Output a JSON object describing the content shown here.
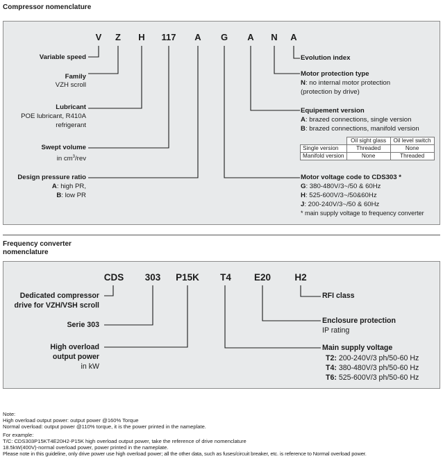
{
  "compressor": {
    "title": "Compressor nomenclature",
    "codes": [
      "V",
      "Z",
      "H",
      "117",
      "A",
      "G",
      "A",
      "N",
      "A"
    ],
    "variable_speed": "Variable speed",
    "family": {
      "title": "Family",
      "desc": "VZH scroll"
    },
    "lubricant": {
      "title": "Lubricant",
      "line1": "POE lubricant, R410A",
      "line2": "refrigerant"
    },
    "swept_volume": {
      "title": "Swept volume",
      "line1": "in cm",
      "sup": "3",
      "line2": "/rev"
    },
    "design_pressure": {
      "title": "Design pressure ratio",
      "a_key": "A",
      "a_text": ": high PR,",
      "b_key": "B",
      "b_text": ": low PR"
    },
    "evolution_index": "Evolution index",
    "motor_protection": {
      "title": "Motor protection type",
      "n_key": "N",
      "n_text": ": no internal motor protection",
      "line2": "(protection by drive)"
    },
    "equipment_version": {
      "title": "Equipement version",
      "a_key": "A",
      "a_text": ": brazed connections, single version",
      "b_key": "B",
      "b_text": ": brazed connections, manifold version",
      "table": {
        "headers": [
          "",
          "Oil sight glass",
          "Oil level switch"
        ],
        "rows": [
          [
            "Single version",
            "Threaded",
            "None"
          ],
          [
            "Manifold version",
            "None",
            "Threaded"
          ]
        ]
      }
    },
    "motor_voltage": {
      "title": "Motor voltage code to CDS303 *",
      "g_key": "G",
      "g_text": ": 380-480V/3~/50 & 60Hz",
      "h_key": "H",
      "h_text": ": 525-600V/3~/50&60Hz",
      "j_key": "J",
      "j_text": ": 200-240V/3~/50 & 60Hz",
      "footnote": "* main supply voltage to frequency converter"
    }
  },
  "converter": {
    "title_line1": "Frequency converter",
    "title_line2": "nomenclature",
    "codes": [
      "CDS",
      "303",
      "P15K",
      "T4",
      "E20",
      "H2"
    ],
    "dedicated": {
      "line1": "Dedicated compressor",
      "line2": "drive for VZH/VSH scroll"
    },
    "serie": "Serie 303",
    "overload": {
      "line1": "High overload",
      "line2": "output power",
      "line3": "in kW"
    },
    "rfi": "RFI class",
    "enclosure": {
      "title": "Enclosure protection",
      "desc": "IP rating"
    },
    "main_supply": {
      "title": "Main supply voltage",
      "t2_key": "T2:",
      "t2_text": " 200-240V/3 ph/50-60 Hz",
      "t4_key": "T4:",
      "t4_text": " 380-480V/3 ph/50-60 Hz",
      "t6_key": "T6:",
      "t6_text": " 525-600V/3 ph/50-60 Hz"
    }
  },
  "notes": {
    "lines": [
      "Note:",
      "High overload output power: output power @160% Torque",
      "Normal overload: output power @110% torque, it is the power printed in the nameplate.",
      "For example:",
      "T/C: CDS303P15KT4E20H2-P15K high overload output power, take the reference of drive nomenclature",
      "18.5kW(400V)-normal overload power, power printed in the nameplate.",
      "Please note in this guideline, only drive power use high overload power; all the other data, such as fuses/circuit breaker, etc. is reference to Normal overload power."
    ]
  }
}
